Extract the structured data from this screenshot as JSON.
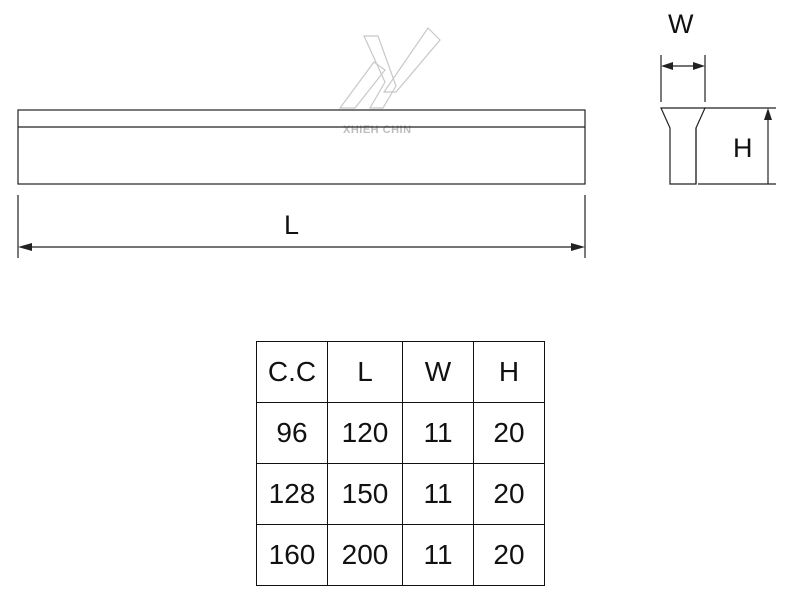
{
  "watermark": {
    "text": "XHIEH CHIN"
  },
  "dimensions": {
    "length_label": "L",
    "width_label": "W",
    "height_label": "H"
  },
  "table": {
    "headers": [
      "C.C",
      "L",
      "W",
      "H"
    ],
    "rows": [
      [
        "96",
        "120",
        "11",
        "20"
      ],
      [
        "128",
        "150",
        "11",
        "20"
      ],
      [
        "160",
        "200",
        "11",
        "20"
      ]
    ]
  }
}
